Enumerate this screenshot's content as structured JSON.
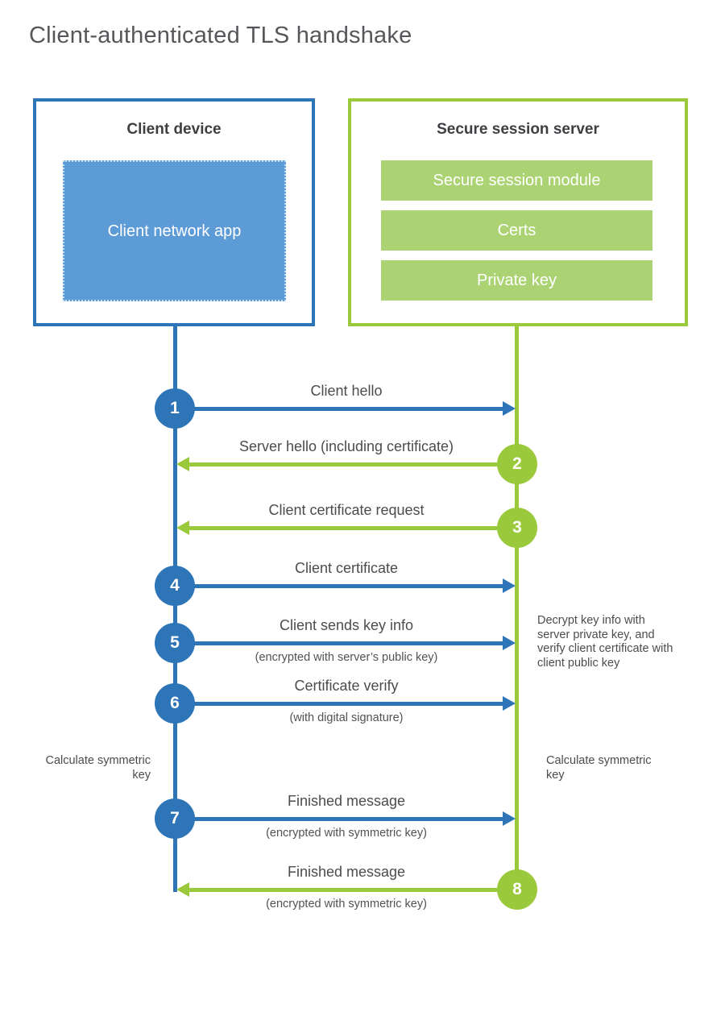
{
  "title": "Client-authenticated TLS handshake",
  "colors": {
    "blue": "#2e75b8",
    "blue_fill": "#5c9bd6",
    "green": "#9aca3c",
    "green_fill": "#abd373"
  },
  "client": {
    "title": "Client device",
    "app_label": "Client network app"
  },
  "server": {
    "title": "Secure session server",
    "modules": [
      "Secure session module",
      "Certs",
      "Private key"
    ]
  },
  "messages": [
    {
      "num": "1",
      "from": "client",
      "direction": "right",
      "label": "Client hello",
      "sub": ""
    },
    {
      "num": "2",
      "from": "server",
      "direction": "left",
      "label": "Server hello (including certificate)",
      "sub": ""
    },
    {
      "num": "3",
      "from": "server",
      "direction": "left",
      "label": "Client certificate request",
      "sub": ""
    },
    {
      "num": "4",
      "from": "client",
      "direction": "right",
      "label": "Client certificate",
      "sub": ""
    },
    {
      "num": "5",
      "from": "client",
      "direction": "right",
      "label": "Client sends key info",
      "sub": "(encrypted with server’s public key)"
    },
    {
      "num": "6",
      "from": "client",
      "direction": "right",
      "label": "Certificate verify",
      "sub": "(with digital signature)"
    },
    {
      "num": "7",
      "from": "client",
      "direction": "right",
      "label": "Finished message",
      "sub": "(encrypted with symmetric key)"
    },
    {
      "num": "8",
      "from": "server",
      "direction": "left",
      "label": "Finished message",
      "sub": "(encrypted with symmetric key)"
    }
  ],
  "notes": {
    "decrypt": "Decrypt key info with server private key, and verify client certificate with client public key",
    "calc_left": "Calculate symmetric key",
    "calc_right": "Calculate symmetric key"
  }
}
